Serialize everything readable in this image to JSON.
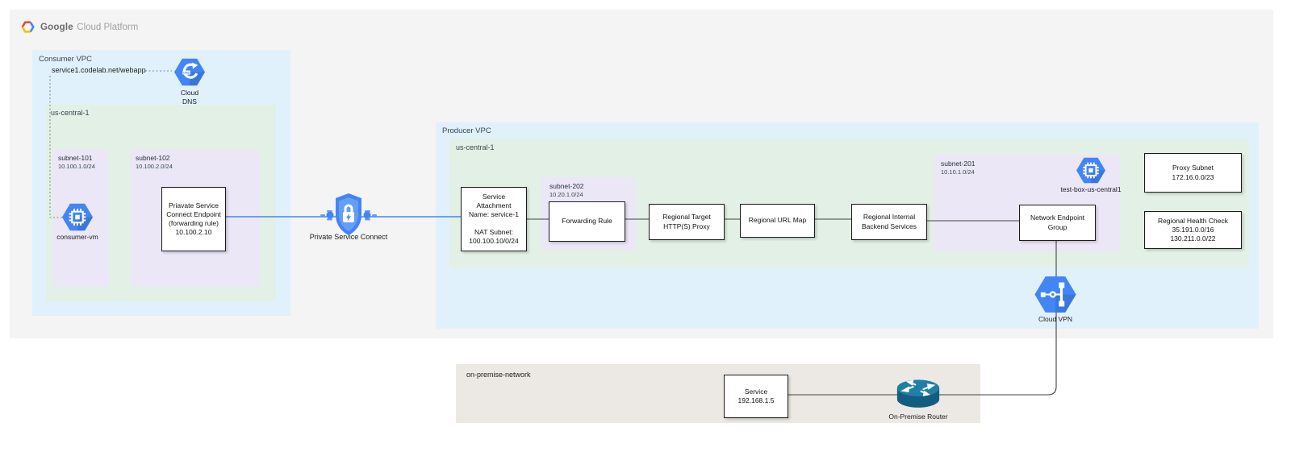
{
  "logo": {
    "brand": "Google",
    "product": "Cloud Platform"
  },
  "colors": {
    "accent_blue": "#4285f4",
    "vpc_blue": "#e1f1fc",
    "region_green": "#e2f0e6",
    "subnet_purple": "#ebe7f7",
    "onprem_gray": "#ece9e4",
    "panel_gray": "#f4f4f4",
    "line_gray": "#424242",
    "router_teal": "#16708f"
  },
  "consumer_vpc": {
    "label": "Consumer VPC",
    "dns_record": "service1.codelab.net/webapp",
    "cloud_dns_label": "Cloud\nDNS",
    "region": {
      "label": "us-central-1",
      "subnet_101": {
        "name": "subnet-101",
        "cidr": "10.100.1.0/24",
        "vm_label": "consumer-vm"
      },
      "subnet_102": {
        "name": "subnet-102",
        "cidr": "10.100.2.0/24",
        "endpoint_box": "Priavate Service\nConnect Endpoint\n(forwarding rule)\n10.100.2.10"
      }
    }
  },
  "psc": {
    "label": "Private Service Connect"
  },
  "producer_vpc": {
    "label": "Producer VPC",
    "region": {
      "label": "us-central-1",
      "service_attachment": "Service\nAttachment\nName: service-1\n\nNAT Subnet:\n100.100.10/0/24",
      "subnet_202": {
        "name": "subnet-202",
        "cidr": "10.20.1.0/24",
        "forwarding_rule": "Forwarding Rule"
      },
      "target_proxy": "Regional Target\nHTTP(S) Proxy",
      "url_map": "Regional URL Map",
      "backend_services": "Regional Internal\nBackend Services",
      "subnet_201": {
        "name": "subnet-201",
        "cidr": "10.10.1.0/24",
        "test_box_label": "test-box-us-central1",
        "neg": "Network Endpoint\nGroup"
      },
      "proxy_subnet": "Proxy Subnet\n172.16.0.0/23",
      "health_check": "Regional Health Check\n35.191.0.0/16\n130.211.0.0/22"
    },
    "cloud_vpn_label": "Cloud VPN"
  },
  "on_premise": {
    "label": "on-premise-network",
    "service_box": "Service\n192.168.1.5",
    "router_label": "On-Premise Router"
  }
}
